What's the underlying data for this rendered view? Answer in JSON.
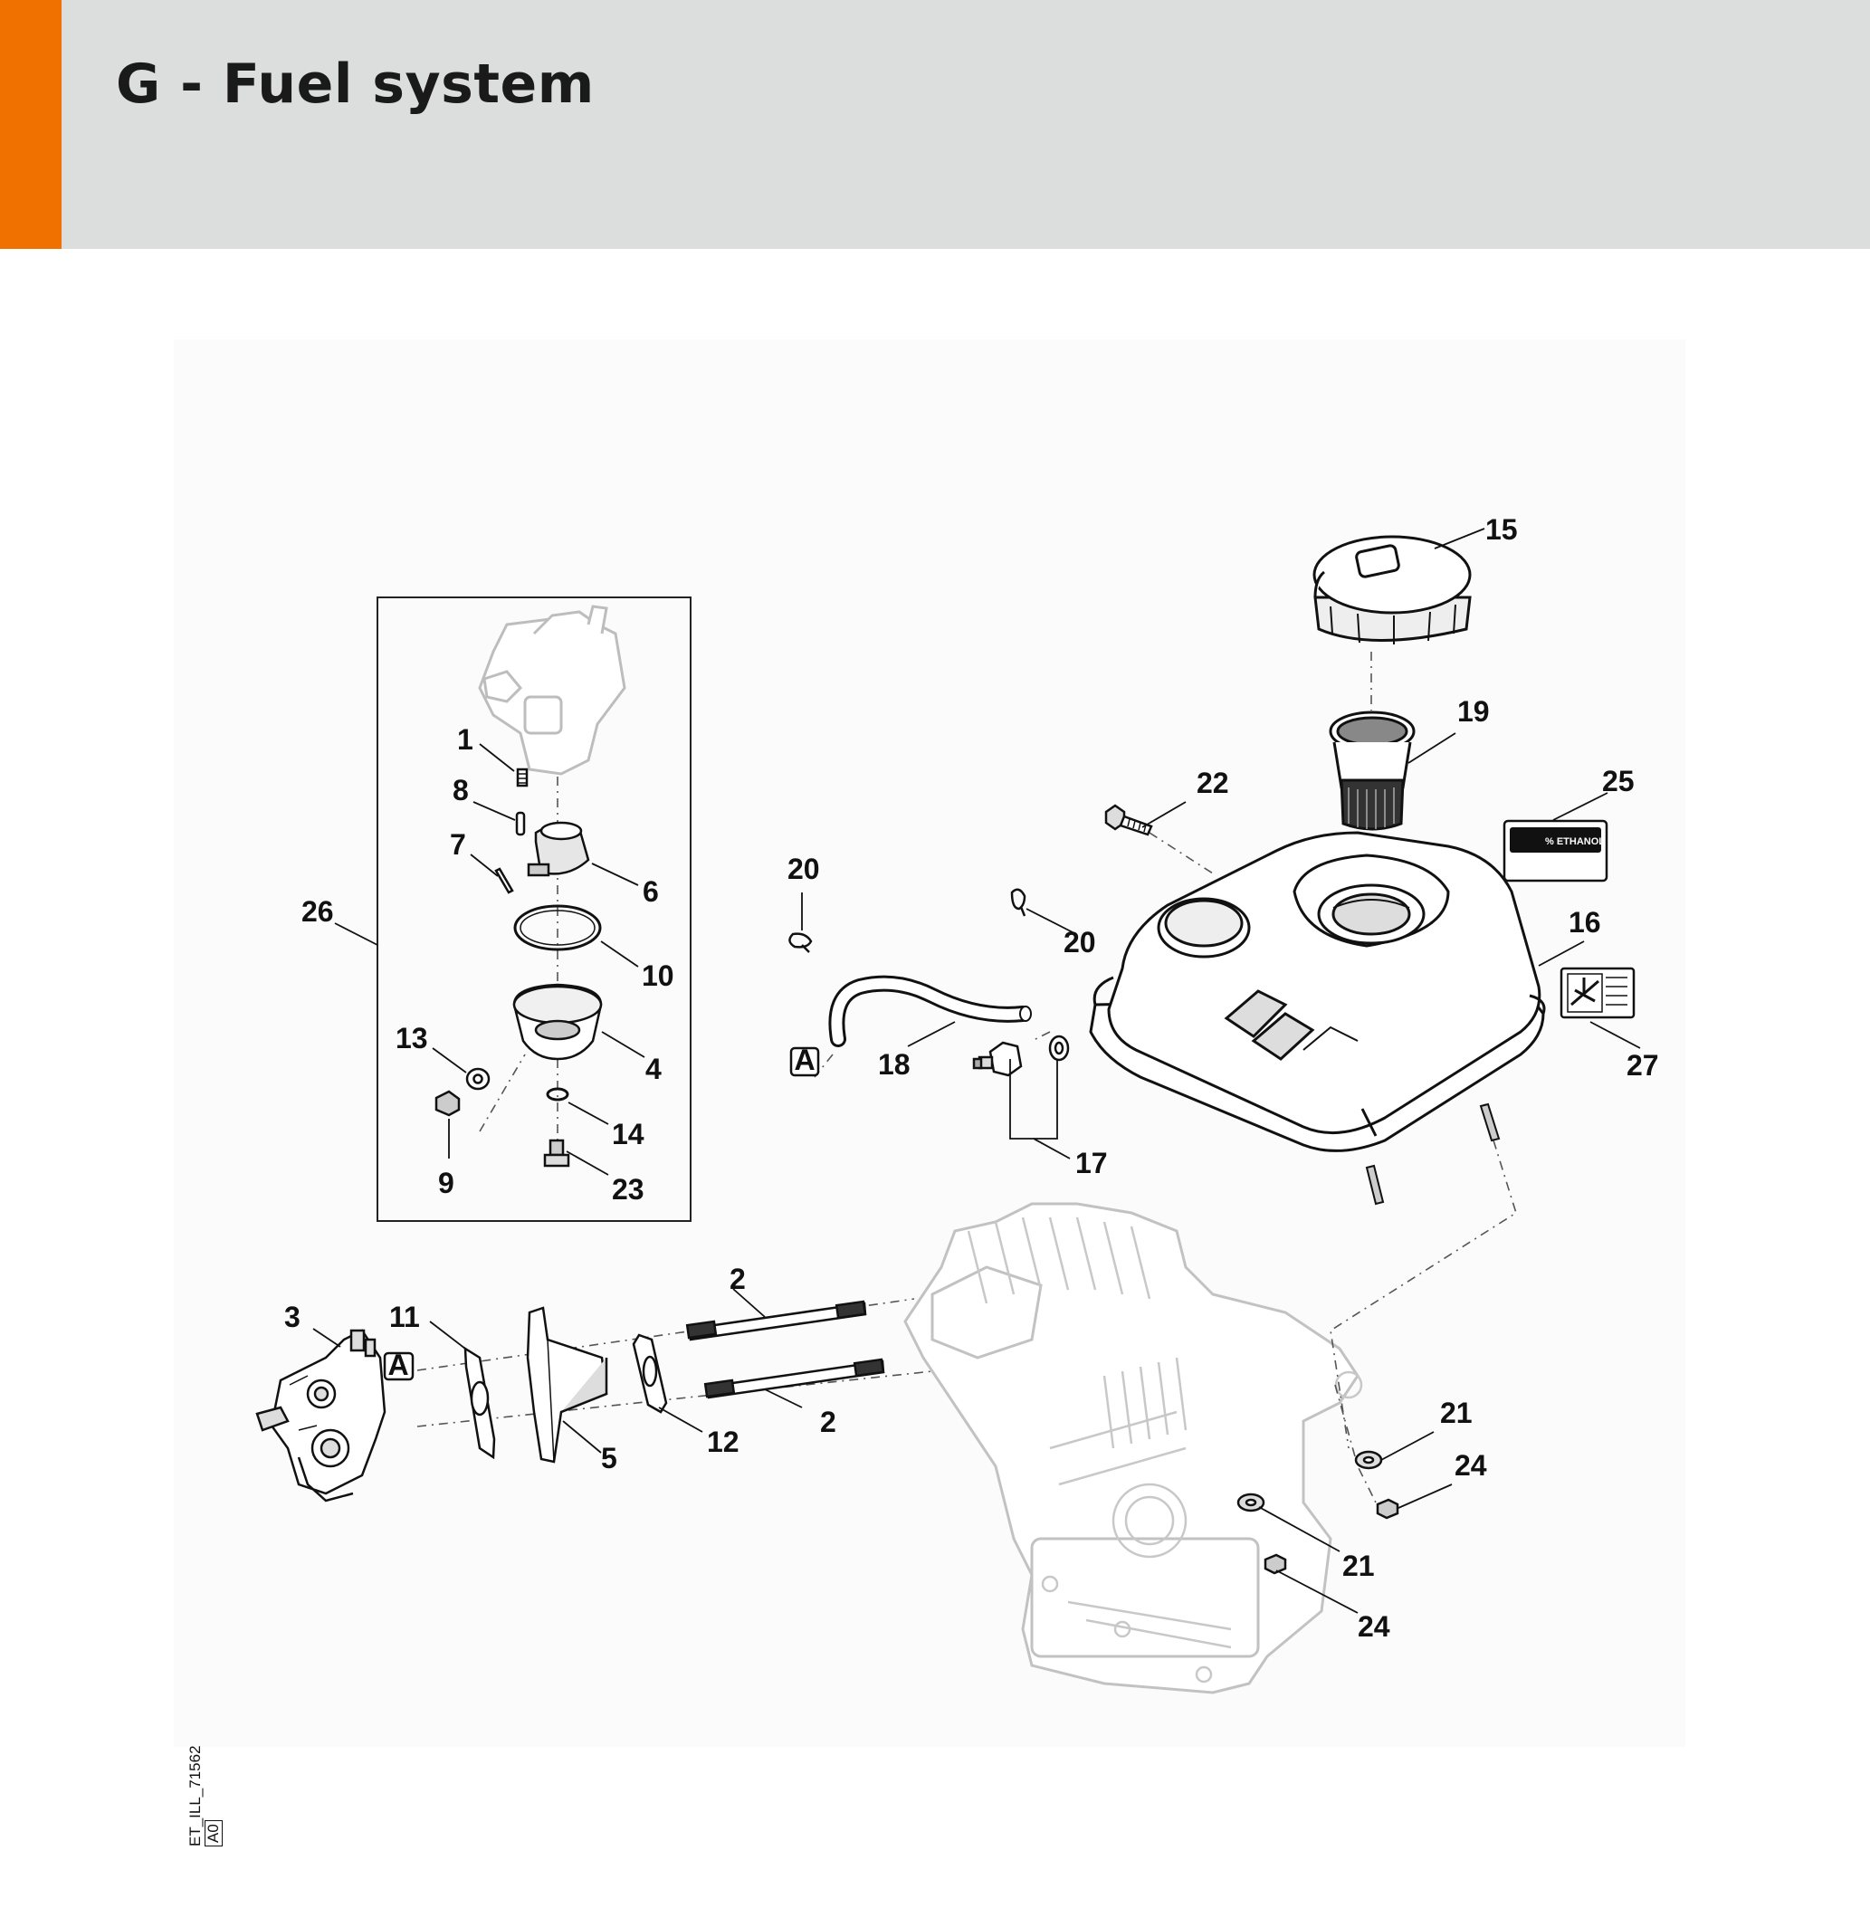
{
  "header": {
    "title": "G - Fuel system"
  },
  "diagram": {
    "ref_A": "A",
    "decal_text": "% ETHANOL",
    "callouts": {
      "c1": "1",
      "c2a": "2",
      "c2b": "2",
      "c3": "3",
      "c4": "4",
      "c5": "5",
      "c6": "6",
      "c7": "7",
      "c8": "8",
      "c9": "9",
      "c10": "10",
      "c11": "11",
      "c12": "12",
      "c13": "13",
      "c14": "14",
      "c15": "15",
      "c16": "16",
      "c17": "17",
      "c18": "18",
      "c19": "19",
      "c20a": "20",
      "c20b": "20",
      "c21a": "21",
      "c21b": "21",
      "c22": "22",
      "c23": "23",
      "c24a": "24",
      "c24b": "24",
      "c25": "25",
      "c26": "26",
      "c27": "27"
    }
  },
  "illustration_code": {
    "line1": "ET_ILL_71562",
    "line2": "A0"
  }
}
